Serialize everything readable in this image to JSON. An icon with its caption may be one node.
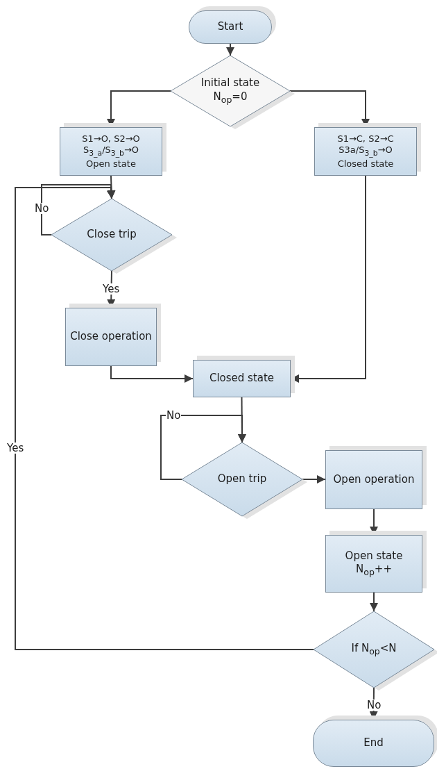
{
  "diagram": {
    "nodes": [
      {
        "text": [
          "Start"
        ]
      },
      {
        "text": [
          "Initial state",
          "N$_{op}$=0"
        ]
      },
      {
        "text": [
          "S1→O, S2→O",
          "S$_{3_a}$/S$_{3_b}$→O",
          "Open state"
        ]
      },
      {
        "text": [
          "S1→C, S2→C",
          "S3a/S$_{3_b}$→O",
          "Closed state"
        ]
      },
      {
        "text": [
          "Close trip"
        ]
      },
      {
        "text": [
          "Close operation"
        ]
      },
      {
        "text": [
          "Closed state"
        ]
      },
      {
        "text": [
          "Open trip"
        ]
      },
      {
        "text": [
          "Open operation"
        ]
      },
      {
        "text": [
          "Open state",
          "N$_{op}$++"
        ]
      },
      {
        "text": [
          "If N$_{op}$<N"
        ]
      },
      {
        "text": [
          "End"
        ]
      }
    ],
    "edges": [
      {
        "from": 0,
        "to": 1,
        "arrow": "to"
      },
      {
        "from": 1,
        "to": 2,
        "arrow": "to"
      },
      {
        "from": 1,
        "to": 3,
        "arrow": "to"
      },
      {
        "from": 2,
        "to": 4,
        "arrow": "to"
      },
      {
        "from": 4,
        "to": 4,
        "arrow": "to",
        "label": "No"
      },
      {
        "from": 4,
        "to": 5,
        "arrow": "to",
        "label": "Yes"
      },
      {
        "from": 5,
        "to": 6,
        "arrow": "to"
      },
      {
        "from": 3,
        "to": 6,
        "arrow": "to"
      },
      {
        "from": 6,
        "to": 7,
        "arrow": "to"
      },
      {
        "from": 7,
        "to": 7,
        "arrow": "to",
        "label": "No"
      },
      {
        "from": 7,
        "to": 8,
        "arrow": "to"
      },
      {
        "from": 8,
        "to": 9,
        "arrow": "to"
      },
      {
        "from": 9,
        "to": 10,
        "arrow": "to"
      },
      {
        "from": 10,
        "to": 4,
        "arrow": "to",
        "label": "Yes"
      },
      {
        "from": 10,
        "to": 11,
        "arrow": "to",
        "label": "No"
      }
    ]
  }
}
